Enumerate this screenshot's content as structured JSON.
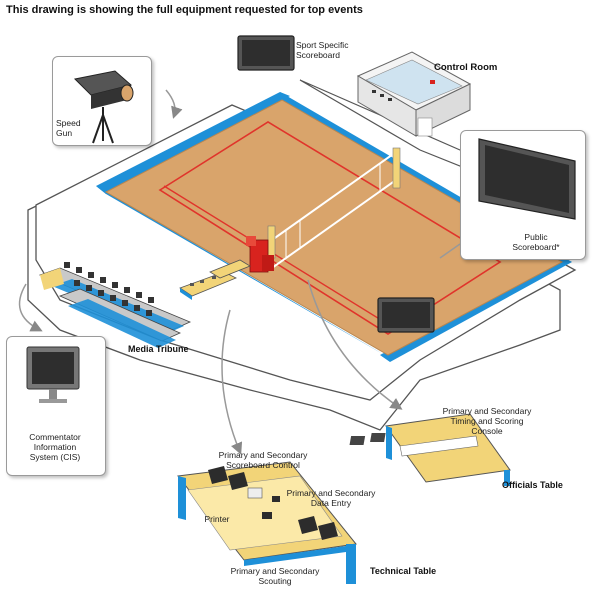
{
  "title": "This drawing is showing the full equipment requested for top events",
  "labels": {
    "sport_scoreboard": [
      "Sport Specific",
      "Scoreboard"
    ],
    "control_room": "Control Room",
    "speed_gun": [
      "Speed",
      "Gun"
    ],
    "public_scoreboard": [
      "Public",
      "Scoreboard*"
    ],
    "media_tribune": "Media Tribune",
    "cis": [
      "Commentator",
      "Information",
      "System (CIS)"
    ],
    "timing_console": [
      "Primary and Secondary",
      "Timing and Scoring",
      "Console"
    ],
    "officials_table": "Officials Table",
    "scoreboard_control": [
      "Primary and Secondary",
      "Scoreboard Control"
    ],
    "data_entry": [
      "Primary and Secondary",
      "Data Entry"
    ],
    "printer": "Printer",
    "scouting": [
      "Primary and Secondary",
      "Scouting"
    ],
    "technical_table": "Technical Table"
  },
  "colors": {
    "floor": "#d9a46b",
    "court_line": "#e0342b",
    "blue_edge": "#1e90d8",
    "platform": "#ffffff",
    "outline": "#444444",
    "table_top": "#f2d478",
    "screen": "#3a3a3a"
  }
}
